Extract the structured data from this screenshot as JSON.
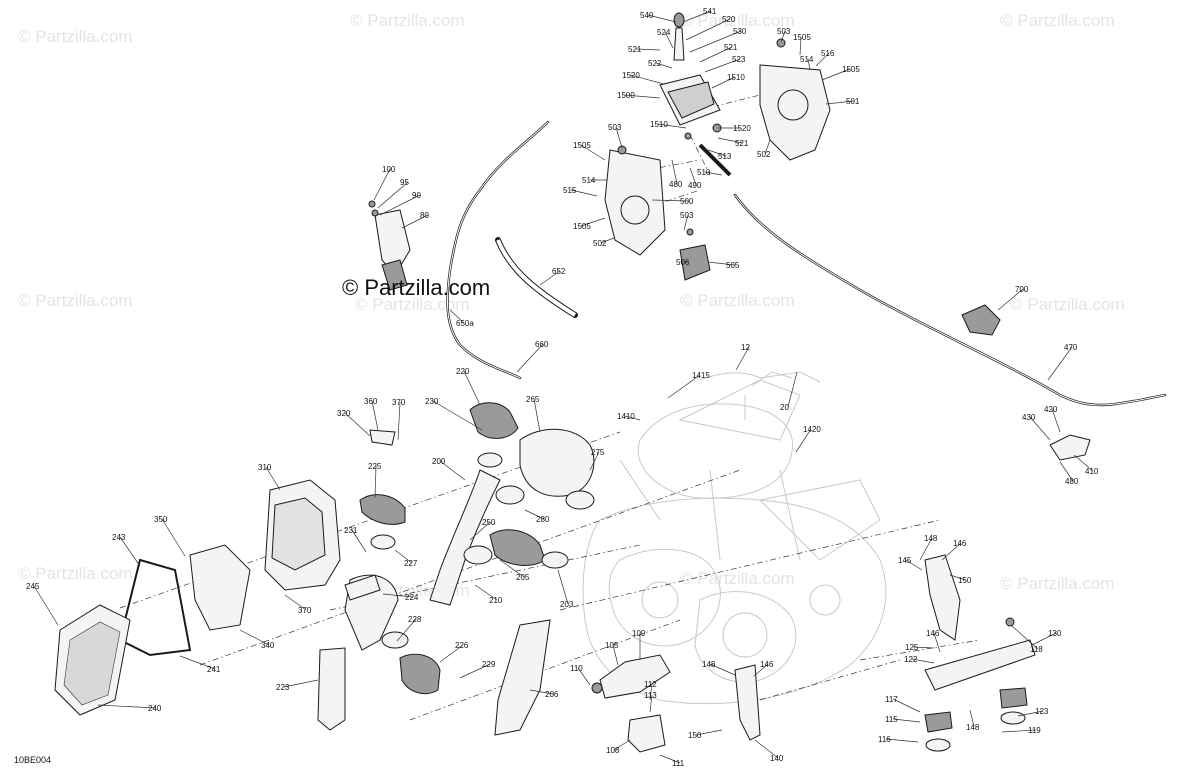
{
  "watermark": "© Partzilla.com",
  "brand": "© Partzilla.com",
  "diagram_code": "10BE004",
  "callouts": [
    {
      "id": "540",
      "label": "540"
    },
    {
      "id": "541",
      "label": "541"
    },
    {
      "id": "520",
      "label": "520"
    },
    {
      "id": "524",
      "label": "524"
    },
    {
      "id": "530",
      "label": "530"
    },
    {
      "id": "521a",
      "label": "521"
    },
    {
      "id": "521b",
      "label": "521"
    },
    {
      "id": "522",
      "label": "522"
    },
    {
      "id": "523",
      "label": "523"
    },
    {
      "id": "1520a",
      "label": "1520"
    },
    {
      "id": "1510a",
      "label": "1510"
    },
    {
      "id": "1500",
      "label": "1500"
    },
    {
      "id": "1510b",
      "label": "1510"
    },
    {
      "id": "1520b",
      "label": "1520"
    },
    {
      "id": "521c",
      "label": "521"
    },
    {
      "id": "503a",
      "label": "503"
    },
    {
      "id": "1505a",
      "label": "1505"
    },
    {
      "id": "514a",
      "label": "514"
    },
    {
      "id": "516",
      "label": "516"
    },
    {
      "id": "1505b",
      "label": "1505"
    },
    {
      "id": "501",
      "label": "501"
    },
    {
      "id": "502a",
      "label": "502"
    },
    {
      "id": "503b",
      "label": "503"
    },
    {
      "id": "1505c",
      "label": "1505"
    },
    {
      "id": "514b",
      "label": "514"
    },
    {
      "id": "515",
      "label": "515"
    },
    {
      "id": "1505d",
      "label": "1505"
    },
    {
      "id": "502b",
      "label": "502"
    },
    {
      "id": "513",
      "label": "513"
    },
    {
      "id": "510",
      "label": "510"
    },
    {
      "id": "490",
      "label": "490"
    },
    {
      "id": "480a",
      "label": "480"
    },
    {
      "id": "500",
      "label": "500"
    },
    {
      "id": "503c",
      "label": "503"
    },
    {
      "id": "506",
      "label": "506"
    },
    {
      "id": "505",
      "label": "505"
    },
    {
      "id": "100",
      "label": "100"
    },
    {
      "id": "95",
      "label": "95"
    },
    {
      "id": "90",
      "label": "90"
    },
    {
      "id": "80",
      "label": "80"
    },
    {
      "id": "652",
      "label": "652"
    },
    {
      "id": "650a",
      "label": "650a"
    },
    {
      "id": "660",
      "label": "660"
    },
    {
      "id": "700",
      "label": "700"
    },
    {
      "id": "470",
      "label": "470"
    },
    {
      "id": "12",
      "label": "12"
    },
    {
      "id": "1415",
      "label": "1415"
    },
    {
      "id": "20",
      "label": "20"
    },
    {
      "id": "1410",
      "label": "1410"
    },
    {
      "id": "1420",
      "label": "1420"
    },
    {
      "id": "430",
      "label": "430"
    },
    {
      "id": "420",
      "label": "420"
    },
    {
      "id": "410",
      "label": "410"
    },
    {
      "id": "480b",
      "label": "480"
    },
    {
      "id": "220",
      "label": "220"
    },
    {
      "id": "230",
      "label": "230"
    },
    {
      "id": "265",
      "label": "265"
    },
    {
      "id": "275",
      "label": "275"
    },
    {
      "id": "360",
      "label": "360"
    },
    {
      "id": "370a",
      "label": "370"
    },
    {
      "id": "320",
      "label": "320"
    },
    {
      "id": "310",
      "label": "310"
    },
    {
      "id": "225",
      "label": "225"
    },
    {
      "id": "200",
      "label": "200"
    },
    {
      "id": "250",
      "label": "250"
    },
    {
      "id": "280",
      "label": "280"
    },
    {
      "id": "231",
      "label": "231"
    },
    {
      "id": "227",
      "label": "227"
    },
    {
      "id": "205",
      "label": "205"
    },
    {
      "id": "350",
      "label": "350"
    },
    {
      "id": "243",
      "label": "243"
    },
    {
      "id": "245",
      "label": "245"
    },
    {
      "id": "370b",
      "label": "370"
    },
    {
      "id": "224",
      "label": "224"
    },
    {
      "id": "210",
      "label": "210"
    },
    {
      "id": "203",
      "label": "203"
    },
    {
      "id": "340",
      "label": "340"
    },
    {
      "id": "241",
      "label": "241"
    },
    {
      "id": "228",
      "label": "228"
    },
    {
      "id": "226",
      "label": "226"
    },
    {
      "id": "229",
      "label": "229"
    },
    {
      "id": "223",
      "label": "223"
    },
    {
      "id": "206",
      "label": "206"
    },
    {
      "id": "240",
      "label": "240"
    },
    {
      "id": "109",
      "label": "109"
    },
    {
      "id": "105",
      "label": "105"
    },
    {
      "id": "110",
      "label": "110"
    },
    {
      "id": "112",
      "label": "112"
    },
    {
      "id": "113",
      "label": "113"
    },
    {
      "id": "108",
      "label": "108"
    },
    {
      "id": "111",
      "label": "111"
    },
    {
      "id": "148a",
      "label": "148"
    },
    {
      "id": "146a",
      "label": "146"
    },
    {
      "id": "145",
      "label": "145"
    },
    {
      "id": "150a",
      "label": "150"
    },
    {
      "id": "148b",
      "label": "148"
    },
    {
      "id": "146b",
      "label": "146"
    },
    {
      "id": "150b",
      "label": "150"
    },
    {
      "id": "140",
      "label": "140"
    },
    {
      "id": "118",
      "label": "118"
    },
    {
      "id": "130",
      "label": "130"
    },
    {
      "id": "125",
      "label": "125"
    },
    {
      "id": "146c",
      "label": "146"
    },
    {
      "id": "122",
      "label": "122"
    },
    {
      "id": "117",
      "label": "117"
    },
    {
      "id": "148c",
      "label": "148"
    },
    {
      "id": "123",
      "label": "123"
    },
    {
      "id": "115",
      "label": "115"
    },
    {
      "id": "116",
      "label": "116"
    },
    {
      "id": "119",
      "label": "119"
    }
  ]
}
